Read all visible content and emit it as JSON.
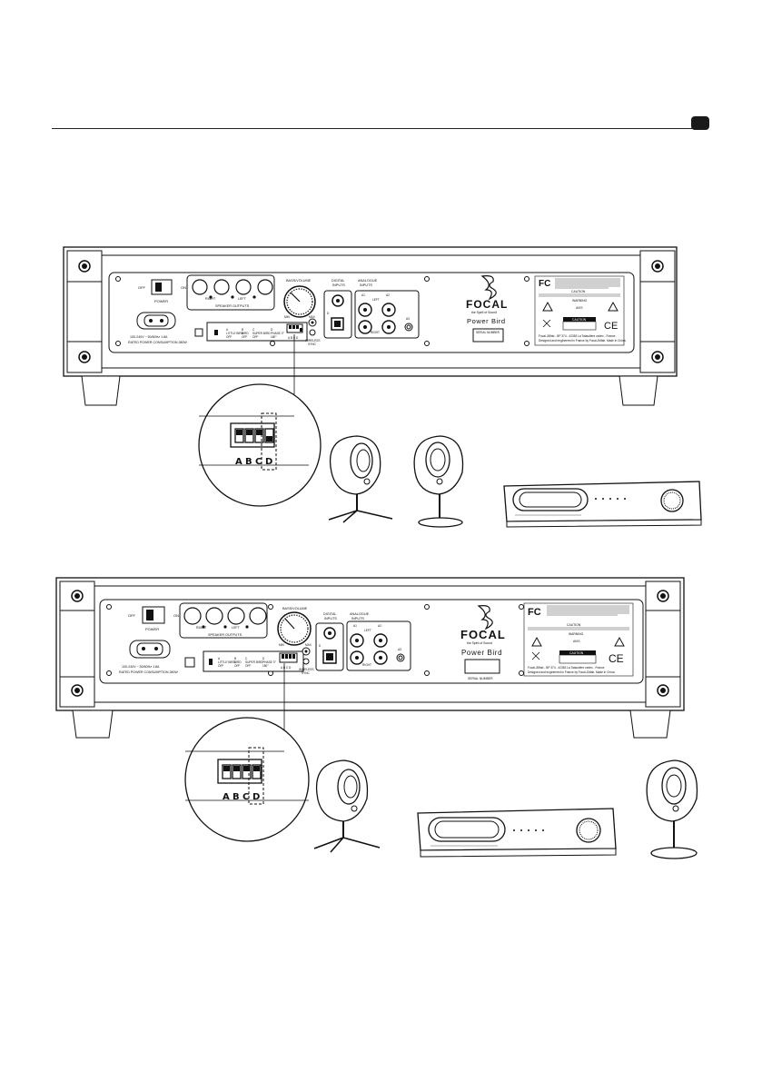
{
  "panel": {
    "off": "OFF",
    "on": "ON",
    "power": "POWER",
    "right": "RIGHT",
    "left": "LEFT",
    "speaker_outputs": "SPEAKER OUTPUTS",
    "bass_volume": "BASS/VOLUME",
    "min": "MIN",
    "max": "MAX",
    "digital_inputs": "DIGITAL INPUTS",
    "digital_l1": "DIGITAL",
    "digital_l2": "INPUTS",
    "analogue_l1": "ANALOGUE",
    "analogue_l2": "INPUTS",
    "a1": "A1",
    "a2": "A2",
    "a3": "A3",
    "d": "D",
    "mains": "100-240V ~ 50/60Hz 1.8A",
    "mains_top": "100-240V ~ 50/60Hz 1.8A",
    "rated": "RATED POWER CONSUMPTION 280W",
    "switch_a": "A",
    "switch_a2": "LITTLE BIRD",
    "switch_a3": "OFF",
    "switch_b": "B",
    "switch_b2": "BIRD",
    "switch_b3": "OFF",
    "switch_c": "C",
    "switch_c2": "SUPER BIRD",
    "switch_c3": "OFF",
    "switch_d": "D",
    "switch_d2": "PHASE 0°",
    "switch_d3": "180°",
    "switch_letters": "A  B  C  D",
    "wireless_l1": "WIRELESS",
    "wireless_l2": "SYNC",
    "brand": "FOCAL",
    "tagline": "the Spirit of Sound",
    "product": "Power Bird",
    "serial": "SERIAL NUMBER",
    "caution": "CAUTION",
    "warning": "WARNING",
    "avis": "AVIS",
    "caution_box": "CAUTION",
    "maker_line1": "Focal-JMlab - BP 374 - 42353 La Talaudière cedex - France",
    "maker_line2": "Designed and engineered in France by Focal-JMlab. Made in China."
  },
  "zoom": {
    "letters": [
      "A",
      "B",
      "C",
      "D"
    ]
  },
  "colors": {
    "line": "#1a1a1a",
    "fill": "#ffffff",
    "grey": "#e9e9e9"
  }
}
